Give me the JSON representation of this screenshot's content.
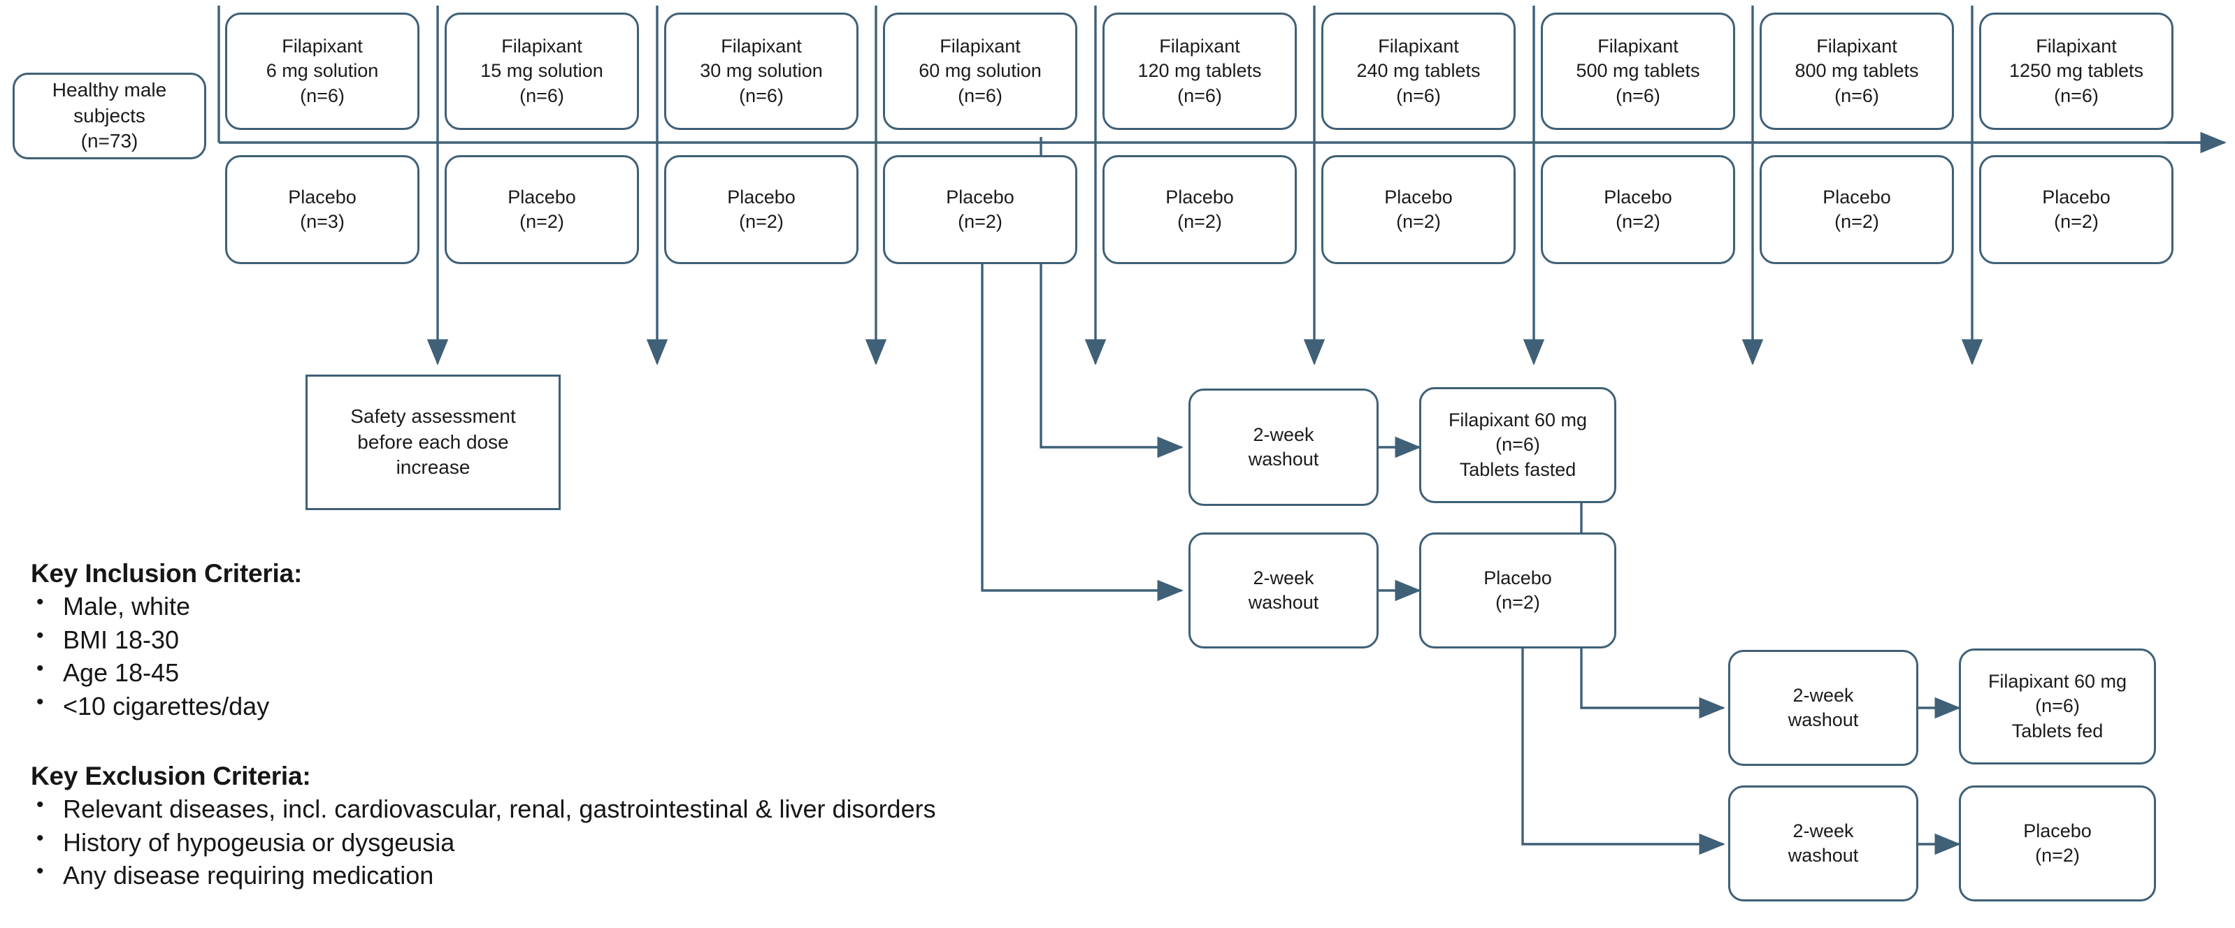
{
  "diagram": {
    "title": "Filapixant single ascending dose study flow diagram",
    "line_color": "#3f6077",
    "text_color": "#1b1b1b",
    "background": "#ffffff"
  },
  "start": {
    "label": "Healthy male\nsubjects\n(n=73)",
    "line1": "Healthy male",
    "line2": "subjects",
    "line3": "(n=73)"
  },
  "dose_columns": [
    {
      "active": {
        "drug": "Filapixant",
        "dose": "6 mg solution",
        "n": "(n=6)"
      },
      "placebo": {
        "label": "Placebo",
        "n": "(n=3)"
      }
    },
    {
      "active": {
        "drug": "Filapixant",
        "dose": "15 mg solution",
        "n": "(n=6)"
      },
      "placebo": {
        "label": "Placebo",
        "n": "(n=2)"
      }
    },
    {
      "active": {
        "drug": "Filapixant",
        "dose": "30 mg solution",
        "n": "(n=6)"
      },
      "placebo": {
        "label": "Placebo",
        "n": "(n=2)"
      }
    },
    {
      "active": {
        "drug": "Filapixant",
        "dose": "60 mg solution",
        "n": "(n=6)"
      },
      "placebo": {
        "label": "Placebo",
        "n": "(n=2)"
      }
    },
    {
      "active": {
        "drug": "Filapixant",
        "dose": "120 mg tablets",
        "n": "(n=6)"
      },
      "placebo": {
        "label": "Placebo",
        "n": "(n=2)"
      }
    },
    {
      "active": {
        "drug": "Filapixant",
        "dose": "240 mg tablets",
        "n": "(n=6)"
      },
      "placebo": {
        "label": "Placebo",
        "n": "(n=2)"
      }
    },
    {
      "active": {
        "drug": "Filapixant",
        "dose": "500 mg tablets",
        "n": "(n=6)"
      },
      "placebo": {
        "label": "Placebo",
        "n": "(n=2)"
      }
    },
    {
      "active": {
        "drug": "Filapixant",
        "dose": "800 mg tablets",
        "n": "(n=6)"
      },
      "placebo": {
        "label": "Placebo",
        "n": "(n=2)"
      }
    },
    {
      "active": {
        "drug": "Filapixant",
        "dose": "1250 mg tablets",
        "n": "(n=6)"
      },
      "placebo": {
        "label": "Placebo",
        "n": "(n=2)"
      }
    }
  ],
  "safety": {
    "line1": "Safety assessment",
    "line2": "before each dose",
    "line3": "increase"
  },
  "washouts": {
    "w1": {
      "line1": "2-week",
      "line2": "washout"
    },
    "w2": {
      "line1": "2-week",
      "line2": "washout"
    },
    "w3": {
      "line1": "2-week",
      "line2": "washout"
    },
    "w4": {
      "line1": "2-week",
      "line2": "washout"
    }
  },
  "crossover": {
    "fasted_active": {
      "line1": "Filapixant 60 mg",
      "line2": "(n=6)",
      "line3": "Tablets fasted"
    },
    "fasted_placebo": {
      "line1": "Placebo",
      "line2": "(n=2)"
    },
    "fed_active": {
      "line1": "Filapixant 60 mg",
      "line2": "(n=6)",
      "line3": "Tablets fed"
    },
    "fed_placebo": {
      "line1": "Placebo",
      "line2": "(n=2)"
    }
  },
  "inclusion": {
    "heading": "Key Inclusion Criteria:",
    "items": [
      "Male, white",
      "BMI 18-30",
      "Age 18-45",
      "<10 cigarettes/day"
    ]
  },
  "exclusion": {
    "heading": "Key Exclusion Criteria:",
    "items": [
      "Relevant diseases, incl. cardiovascular, renal, gastrointestinal & liver disorders",
      "History of hypogeusia or dysgeusia",
      "Any disease requiring medication"
    ]
  }
}
